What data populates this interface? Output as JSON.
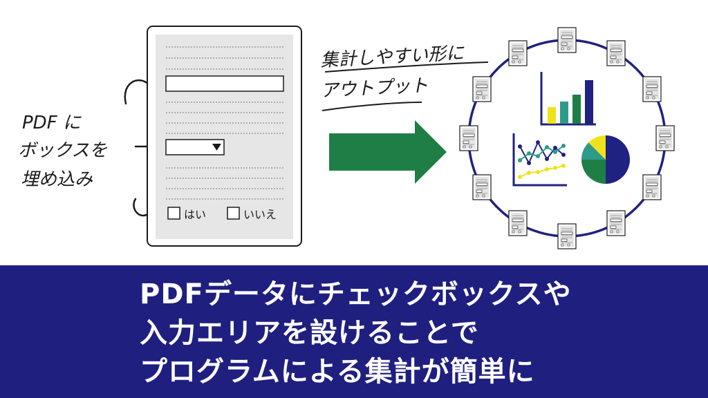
{
  "colors": {
    "banner_bg": "#1f1f80",
    "navy": "#1f2280",
    "arrow_green": "#1f7e46",
    "teal": "#2e9a88",
    "green": "#1f7e46",
    "yellow": "#f0e21a",
    "form_bg": "#e6e6e6"
  },
  "annotations": {
    "left": [
      "PDF に",
      "ボックスを",
      "埋め込み"
    ],
    "right": [
      "集計しやすい形に",
      "アウトプット"
    ]
  },
  "form": {
    "radio_yes": "はい",
    "radio_no": "いいえ"
  },
  "icons": {
    "arrow": "right-arrow-icon",
    "document": "document-icon",
    "bar_chart": "bar-chart-icon",
    "line_chart": "line-chart-icon",
    "pie_chart": "pie-chart-icon"
  },
  "banner": {
    "lines": [
      "PDFデータにチェックボックスや",
      "入力エリアを設けることで",
      "プログラムによる集計が簡単に"
    ]
  }
}
